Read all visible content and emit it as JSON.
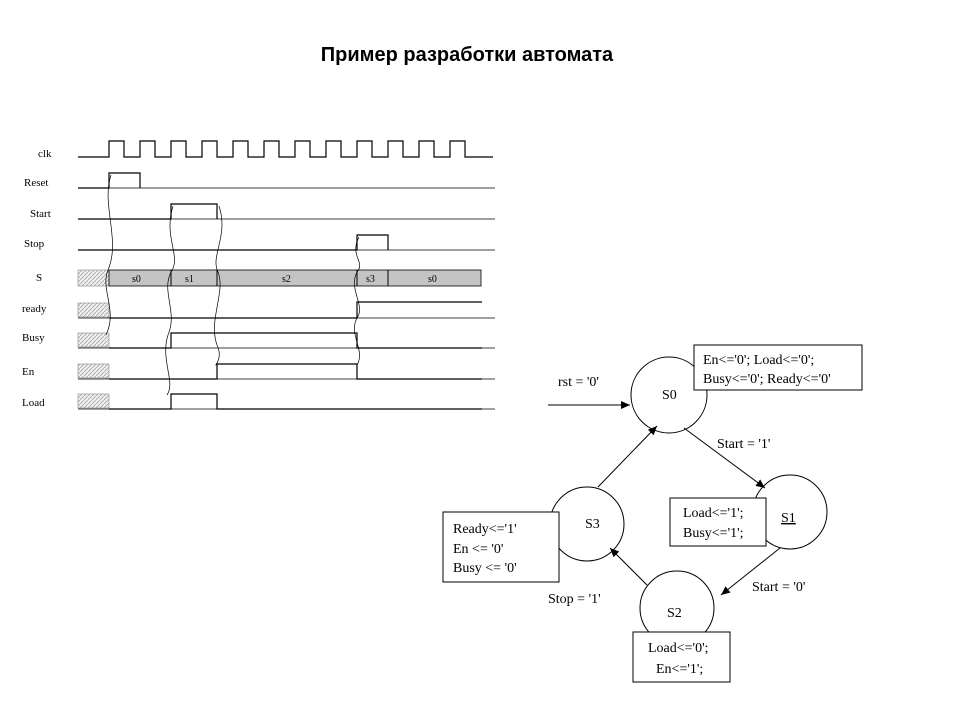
{
  "title": "Пример разработки автомата",
  "timing": {
    "signals": [
      {
        "name": "clk"
      },
      {
        "name": "Reset"
      },
      {
        "name": "Start"
      },
      {
        "name": "Stop"
      },
      {
        "name": "S"
      },
      {
        "name": "ready"
      },
      {
        "name": "Busy"
      },
      {
        "name": "En"
      },
      {
        "name": "Load"
      }
    ],
    "states": [
      "s0",
      "s1",
      "s2",
      "s3",
      "s0"
    ]
  },
  "fsm": {
    "states": {
      "s0": "S0",
      "s1": "S1",
      "s2": "S2",
      "s3": "S3"
    },
    "transitions": {
      "reset": "rst = '0'",
      "start": "Start = '1'",
      "stop_s1": "Start = '0'",
      "stop": "Stop = '1'"
    },
    "outputs": {
      "s0": [
        "En<='0'; Load<='0';",
        "Busy<='0'; Ready<='0'"
      ],
      "s1": [
        "Load<='1';",
        "Busy<='1';"
      ],
      "s2": [
        "Load<='0';",
        "En<='1';"
      ],
      "s3": [
        "Ready<='1'",
        "En <= '0'",
        "Busy <= '0'"
      ]
    }
  }
}
